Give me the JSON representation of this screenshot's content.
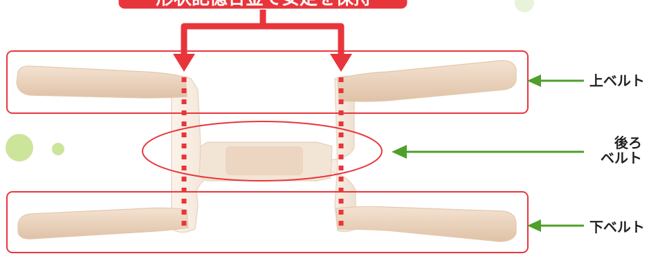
{
  "banner": {
    "text": "形状記憶合金で安定を保持"
  },
  "labels": {
    "upper_belt": "上ベルト",
    "back_belt_line1": "後ろ",
    "back_belt_line2": "ベルト",
    "lower_belt": "下ベルト"
  },
  "colors": {
    "highlight_red": "#e8353b",
    "arrow_green": "#4f9f2a",
    "belt_beige": "#ecd4bd",
    "dot_green": "#b8d97a"
  }
}
